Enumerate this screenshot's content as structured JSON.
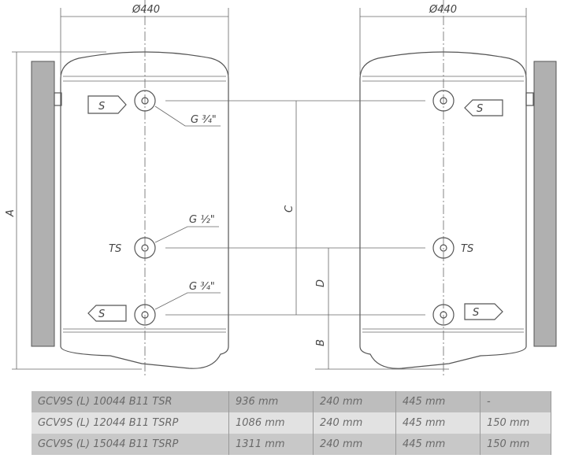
{
  "diagram": {
    "diameter_left": "Ø440",
    "diameter_right": "Ø440",
    "dim_a": "A",
    "dim_b": "B",
    "dim_c": "C",
    "dim_d": "D",
    "port_s": "S",
    "port_ts": "TS",
    "thread_top": "G ¾\"",
    "thread_mid": "G ½\"",
    "thread_bottom": "G ¾\""
  },
  "table": {
    "rows": [
      [
        "GCV9S (L) 10044 B11 TSR",
        "936 mm",
        "240 mm",
        "445 mm",
        "-"
      ],
      [
        "GCV9S (L) 12044 B11 TSRP",
        "1086 mm",
        "240 mm",
        "445 mm",
        "150 mm"
      ],
      [
        "GCV9S (L) 15044 B11 TSRP",
        "1311 mm",
        "240 mm",
        "445 mm",
        "150 mm"
      ]
    ]
  }
}
